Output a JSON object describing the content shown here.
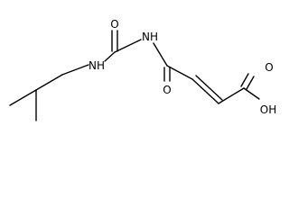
{
  "molecule": {
    "atoms": {
      "o_urea": "O",
      "nh_left": "NH",
      "nh_mid": "NH",
      "o_amide": "O",
      "oh": "OH",
      "o_acid": "O"
    }
  }
}
